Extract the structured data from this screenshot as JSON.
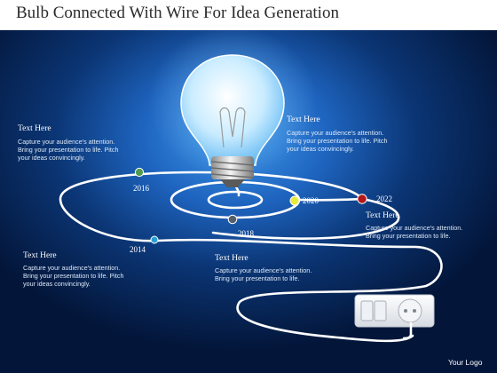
{
  "title": "Bulb Connected With Wire For Idea Generation",
  "logo_text": "Your Logo",
  "callouts": [
    {
      "heading": "Text Here",
      "line1": "Capture your audience's attention.",
      "line2": "Bring your presentation to life. Pitch",
      "line3": "your ideas convincingly."
    },
    {
      "heading": "Text Here",
      "line1": "Capture your audience's attention.",
      "line2": "Bring your presentation to life. Pitch",
      "line3": "your ideas convincingly."
    },
    {
      "heading": "Text Here",
      "line1": "Capture your audience's attention.",
      "line2": "Bring your presentation to life.",
      "line3": ""
    },
    {
      "heading": "Text Here",
      "line1": "Capture your audience's attention.",
      "line2": "Bring your presentation to life. Pitch",
      "line3": "your ideas convincingly."
    },
    {
      "heading": "Text Here",
      "line1": "Capture your audience's attention.",
      "line2": "Bring your presentation to life.",
      "line3": ""
    }
  ],
  "years": [
    "2016",
    "2020",
    "2022",
    "2018",
    "2014"
  ],
  "colors": {
    "marker_2016": "#4f9a4f",
    "marker_2020": "#e8ea3a",
    "marker_2022": "#b3151b",
    "marker_2018": "#55606d",
    "marker_2014": "#2a9fd0"
  }
}
